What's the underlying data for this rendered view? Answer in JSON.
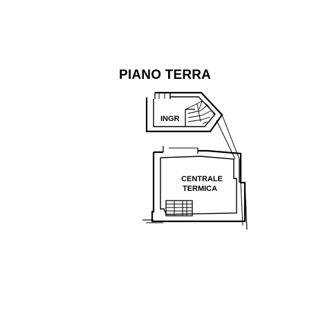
{
  "floor_title": "PIANO TERRA",
  "rooms": [
    {
      "label": "INGR"
    },
    {
      "label_lines": [
        "CENTRALE",
        "TERMICA"
      ]
    }
  ],
  "colors": {
    "background": "#ffffff",
    "lines": "#000000"
  }
}
